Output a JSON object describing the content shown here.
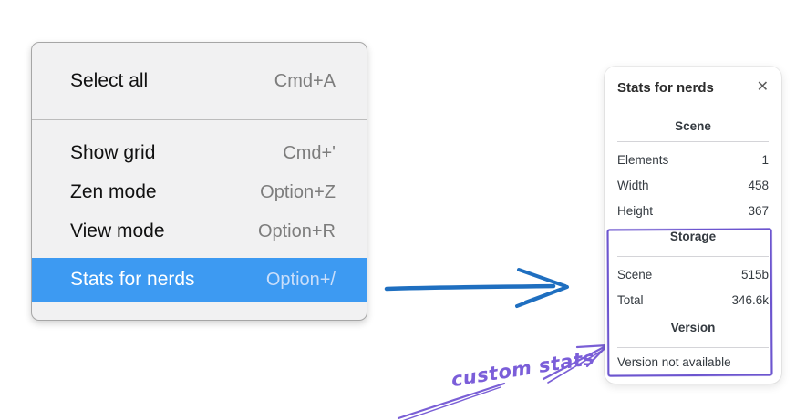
{
  "menu": {
    "items": [
      {
        "label": "Select all",
        "shortcut": "Cmd+A"
      },
      {
        "label": "Show grid",
        "shortcut": "Cmd+'"
      },
      {
        "label": "Zen mode",
        "shortcut": "Option+Z"
      },
      {
        "label": "View mode",
        "shortcut": "Option+R"
      },
      {
        "label": "Stats for nerds",
        "shortcut": "Option+/"
      }
    ],
    "highlighted_item": "Stats for nerds"
  },
  "stats_panel": {
    "title": "Stats for nerds",
    "close_icon": "✕",
    "sections": [
      {
        "header": "Scene",
        "rows": [
          {
            "label": "Elements",
            "value": "1"
          },
          {
            "label": "Width",
            "value": "458"
          },
          {
            "label": "Height",
            "value": "367"
          }
        ]
      },
      {
        "header": "Storage",
        "rows": [
          {
            "label": "Scene",
            "value": "515b"
          },
          {
            "label": "Total",
            "value": "346.6k"
          }
        ]
      },
      {
        "header": "Version",
        "note": "Version not available"
      }
    ]
  },
  "annotation": {
    "label": "custom stats"
  },
  "colors": {
    "menu_highlight": "#3d9af2",
    "arrow_blue": "#1f6fc0",
    "annotation_purple": "#7b5ed9",
    "box_purple": "#6c55cf"
  }
}
